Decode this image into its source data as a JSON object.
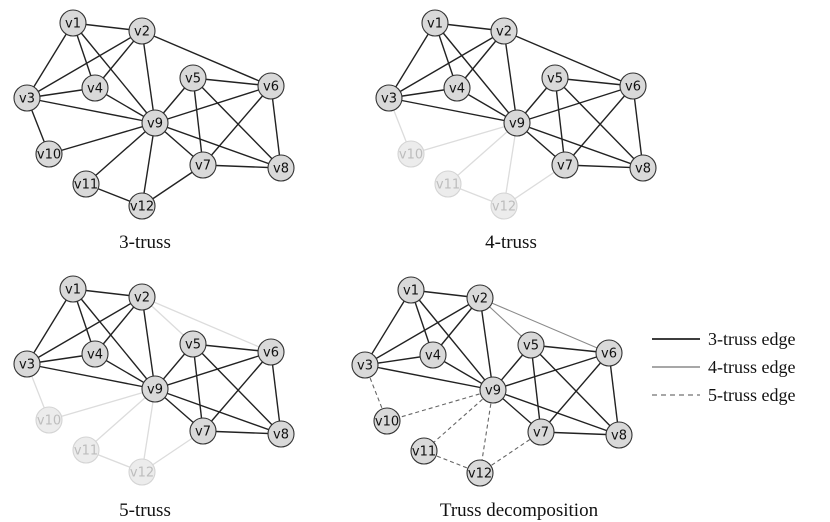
{
  "panels": [
    {
      "caption": "3-truss",
      "nodes": [
        {
          "id": "v1",
          "label": "v1"
        },
        {
          "id": "v2",
          "label": "v2"
        },
        {
          "id": "v3",
          "label": "v3"
        },
        {
          "id": "v4",
          "label": "v4"
        },
        {
          "id": "v5",
          "label": "v5"
        },
        {
          "id": "v6",
          "label": "v6"
        },
        {
          "id": "v7",
          "label": "v7"
        },
        {
          "id": "v8",
          "label": "v8"
        },
        {
          "id": "v9",
          "label": "v9"
        },
        {
          "id": "v10",
          "label": "v10"
        },
        {
          "id": "v11",
          "label": "v11"
        },
        {
          "id": "v12",
          "label": "v12"
        }
      ],
      "edges": [
        [
          "v1",
          "v2",
          "solid"
        ],
        [
          "v1",
          "v3",
          "solid"
        ],
        [
          "v1",
          "v4",
          "solid"
        ],
        [
          "v1",
          "v9",
          "solid"
        ],
        [
          "v2",
          "v3",
          "solid"
        ],
        [
          "v2",
          "v4",
          "solid"
        ],
        [
          "v2",
          "v9",
          "solid"
        ],
        [
          "v2",
          "v6",
          "solid"
        ],
        [
          "v3",
          "v4",
          "solid"
        ],
        [
          "v3",
          "v9",
          "solid"
        ],
        [
          "v3",
          "v10",
          "solid"
        ],
        [
          "v4",
          "v9",
          "solid"
        ],
        [
          "v5",
          "v6",
          "solid"
        ],
        [
          "v5",
          "v9",
          "solid"
        ],
        [
          "v5",
          "v7",
          "solid"
        ],
        [
          "v5",
          "v8",
          "solid"
        ],
        [
          "v6",
          "v9",
          "solid"
        ],
        [
          "v6",
          "v7",
          "solid"
        ],
        [
          "v6",
          "v8",
          "solid"
        ],
        [
          "v9",
          "v7",
          "solid"
        ],
        [
          "v9",
          "v8",
          "solid"
        ],
        [
          "v7",
          "v8",
          "solid"
        ],
        [
          "v9",
          "v11",
          "solid"
        ],
        [
          "v9",
          "v12",
          "solid"
        ],
        [
          "v11",
          "v12",
          "solid"
        ],
        [
          "v12",
          "v7",
          "solid"
        ],
        [
          "v9",
          "v10",
          "solid"
        ]
      ]
    },
    {
      "caption": "4-truss",
      "nodes": [
        {
          "id": "v1",
          "label": "v1"
        },
        {
          "id": "v2",
          "label": "v2"
        },
        {
          "id": "v3",
          "label": "v3"
        },
        {
          "id": "v4",
          "label": "v4"
        },
        {
          "id": "v5",
          "label": "v5"
        },
        {
          "id": "v6",
          "label": "v6"
        },
        {
          "id": "v7",
          "label": "v7"
        },
        {
          "id": "v8",
          "label": "v8"
        },
        {
          "id": "v9",
          "label": "v9"
        },
        {
          "id": "v10",
          "label": "v10",
          "faded": true
        },
        {
          "id": "v11",
          "label": "v11",
          "faded": true
        },
        {
          "id": "v12",
          "label": "v12",
          "faded": true
        }
      ],
      "edges": [
        [
          "v1",
          "v2",
          "solid"
        ],
        [
          "v1",
          "v3",
          "solid"
        ],
        [
          "v1",
          "v4",
          "solid"
        ],
        [
          "v1",
          "v9",
          "solid"
        ],
        [
          "v2",
          "v3",
          "solid"
        ],
        [
          "v2",
          "v4",
          "solid"
        ],
        [
          "v2",
          "v9",
          "solid"
        ],
        [
          "v2",
          "v6",
          "solid"
        ],
        [
          "v3",
          "v4",
          "solid"
        ],
        [
          "v3",
          "v9",
          "solid"
        ],
        [
          "v4",
          "v9",
          "solid"
        ],
        [
          "v5",
          "v6",
          "solid"
        ],
        [
          "v5",
          "v9",
          "solid"
        ],
        [
          "v5",
          "v7",
          "solid"
        ],
        [
          "v5",
          "v8",
          "solid"
        ],
        [
          "v6",
          "v9",
          "solid"
        ],
        [
          "v6",
          "v7",
          "solid"
        ],
        [
          "v6",
          "v8",
          "solid"
        ],
        [
          "v9",
          "v7",
          "solid"
        ],
        [
          "v9",
          "v8",
          "solid"
        ],
        [
          "v7",
          "v8",
          "solid"
        ],
        [
          "v3",
          "v10",
          "faded"
        ],
        [
          "v9",
          "v10",
          "faded"
        ],
        [
          "v9",
          "v11",
          "faded"
        ],
        [
          "v9",
          "v12",
          "faded"
        ],
        [
          "v11",
          "v12",
          "faded"
        ],
        [
          "v12",
          "v7",
          "faded"
        ]
      ]
    },
    {
      "caption": "5-truss",
      "nodes": [
        {
          "id": "v1",
          "label": "v1"
        },
        {
          "id": "v2",
          "label": "v2"
        },
        {
          "id": "v3",
          "label": "v3"
        },
        {
          "id": "v4",
          "label": "v4"
        },
        {
          "id": "v5",
          "label": "v5"
        },
        {
          "id": "v6",
          "label": "v6"
        },
        {
          "id": "v7",
          "label": "v7"
        },
        {
          "id": "v8",
          "label": "v8"
        },
        {
          "id": "v9",
          "label": "v9"
        },
        {
          "id": "v10",
          "label": "v10",
          "faded": true
        },
        {
          "id": "v11",
          "label": "v11",
          "faded": true
        },
        {
          "id": "v12",
          "label": "v12",
          "faded": true
        }
      ],
      "edges": [
        [
          "v1",
          "v2",
          "solid"
        ],
        [
          "v1",
          "v3",
          "solid"
        ],
        [
          "v1",
          "v4",
          "solid"
        ],
        [
          "v1",
          "v9",
          "solid"
        ],
        [
          "v2",
          "v3",
          "solid"
        ],
        [
          "v2",
          "v4",
          "solid"
        ],
        [
          "v2",
          "v9",
          "solid"
        ],
        [
          "v3",
          "v4",
          "solid"
        ],
        [
          "v3",
          "v9",
          "solid"
        ],
        [
          "v4",
          "v9",
          "solid"
        ],
        [
          "v5",
          "v6",
          "solid"
        ],
        [
          "v5",
          "v9",
          "solid"
        ],
        [
          "v5",
          "v7",
          "solid"
        ],
        [
          "v5",
          "v8",
          "solid"
        ],
        [
          "v6",
          "v9",
          "solid"
        ],
        [
          "v6",
          "v7",
          "solid"
        ],
        [
          "v6",
          "v8",
          "solid"
        ],
        [
          "v9",
          "v7",
          "solid"
        ],
        [
          "v9",
          "v8",
          "solid"
        ],
        [
          "v7",
          "v8",
          "solid"
        ],
        [
          "v2",
          "v5",
          "faded"
        ],
        [
          "v2",
          "v6",
          "faded"
        ],
        [
          "v3",
          "v10",
          "faded"
        ],
        [
          "v9",
          "v10",
          "faded"
        ],
        [
          "v9",
          "v11",
          "faded"
        ],
        [
          "v9",
          "v12",
          "faded"
        ],
        [
          "v11",
          "v12",
          "faded"
        ],
        [
          "v12",
          "v7",
          "faded"
        ]
      ]
    },
    {
      "caption": "Truss decomposition",
      "nodes": [
        {
          "id": "v1",
          "label": "v1"
        },
        {
          "id": "v2",
          "label": "v2"
        },
        {
          "id": "v3",
          "label": "v3"
        },
        {
          "id": "v4",
          "label": "v4"
        },
        {
          "id": "v5",
          "label": "v5"
        },
        {
          "id": "v6",
          "label": "v6"
        },
        {
          "id": "v7",
          "label": "v7"
        },
        {
          "id": "v8",
          "label": "v8"
        },
        {
          "id": "v9",
          "label": "v9"
        },
        {
          "id": "v10",
          "label": "v10"
        },
        {
          "id": "v11",
          "label": "v11"
        },
        {
          "id": "v12",
          "label": "v12"
        }
      ],
      "edges": [
        [
          "v1",
          "v2",
          "solid"
        ],
        [
          "v1",
          "v3",
          "solid"
        ],
        [
          "v1",
          "v4",
          "solid"
        ],
        [
          "v1",
          "v9",
          "solid"
        ],
        [
          "v2",
          "v3",
          "solid"
        ],
        [
          "v2",
          "v4",
          "solid"
        ],
        [
          "v2",
          "v9",
          "solid"
        ],
        [
          "v3",
          "v4",
          "solid"
        ],
        [
          "v3",
          "v9",
          "solid"
        ],
        [
          "v4",
          "v9",
          "solid"
        ],
        [
          "v5",
          "v6",
          "solid"
        ],
        [
          "v5",
          "v9",
          "solid"
        ],
        [
          "v5",
          "v7",
          "solid"
        ],
        [
          "v5",
          "v8",
          "solid"
        ],
        [
          "v6",
          "v9",
          "solid"
        ],
        [
          "v6",
          "v7",
          "solid"
        ],
        [
          "v6",
          "v8",
          "solid"
        ],
        [
          "v9",
          "v7",
          "solid"
        ],
        [
          "v9",
          "v8",
          "solid"
        ],
        [
          "v7",
          "v8",
          "solid"
        ],
        [
          "v2",
          "v5",
          "gray"
        ],
        [
          "v2",
          "v6",
          "gray"
        ],
        [
          "v3",
          "v10",
          "dashed"
        ],
        [
          "v9",
          "v10",
          "dashed"
        ],
        [
          "v9",
          "v11",
          "dashed"
        ],
        [
          "v9",
          "v12",
          "dashed"
        ],
        [
          "v11",
          "v12",
          "dashed"
        ],
        [
          "v12",
          "v7",
          "dashed"
        ]
      ]
    }
  ],
  "legend": [
    {
      "label": "3-truss edge",
      "style": "solid",
      "color": "#222222"
    },
    {
      "label": "4-truss edge",
      "style": "solid",
      "color": "#8a8a8a"
    },
    {
      "label": "5-truss edge",
      "style": "dashed",
      "color": "#8a8a8a"
    }
  ],
  "colors": {
    "edge": "#222222",
    "faded_edge": "#dcdcdc",
    "gray_edge": "#8a8a8a",
    "dashed_edge": "#666666",
    "node_fill": "#d9d9d9"
  }
}
